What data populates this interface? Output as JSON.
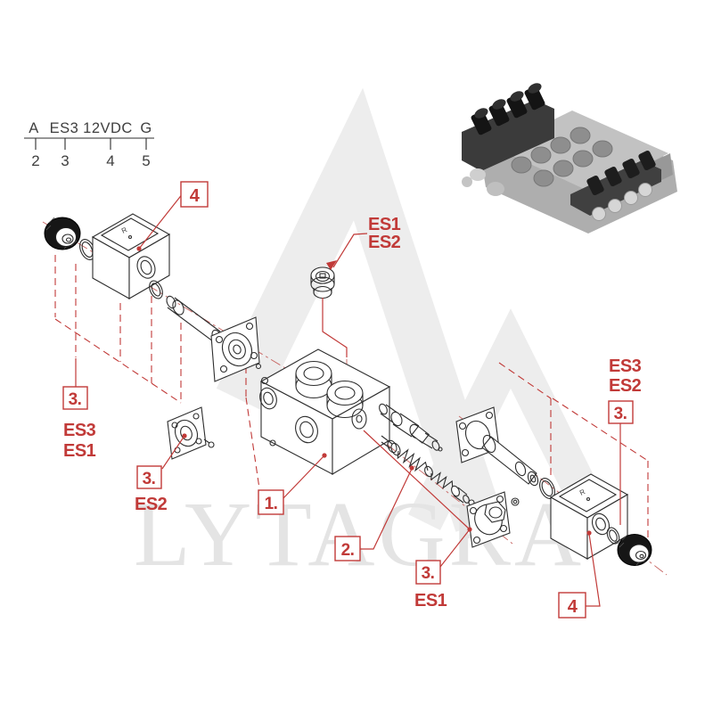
{
  "colors": {
    "paper": "#ffffff",
    "annotation_red": "#c13a38",
    "line_ink": "#2d2d2d",
    "watermark_shape": "#ededed",
    "watermark_text": "#e4e4e4",
    "photo_dark": "#1d1d1d",
    "photo_mid": "#aeaeae",
    "photo_light": "#c2c2c2"
  },
  "watermark": {
    "text": "LYTAGRA"
  },
  "spec_strip": {
    "labels": [
      "A",
      "ES3",
      "12VDC",
      "G"
    ],
    "numbers": [
      "2",
      "3",
      "4",
      "5"
    ]
  },
  "callouts": {
    "group4_top": "4",
    "group4_bottom": "4",
    "group1": "1.",
    "group2": "2.",
    "group3_left": "3.",
    "group3_mid": "3.",
    "group3_bottom": "3.",
    "group3_right": "3.",
    "variants_left": [
      "ES3",
      "ES1"
    ],
    "variant_mid": "ES2",
    "variants_top": [
      "ES1",
      "ES2"
    ],
    "variant_bottom": "ES1",
    "variants_right": [
      "ES3",
      "ES2"
    ],
    "coil_mark": "R"
  }
}
